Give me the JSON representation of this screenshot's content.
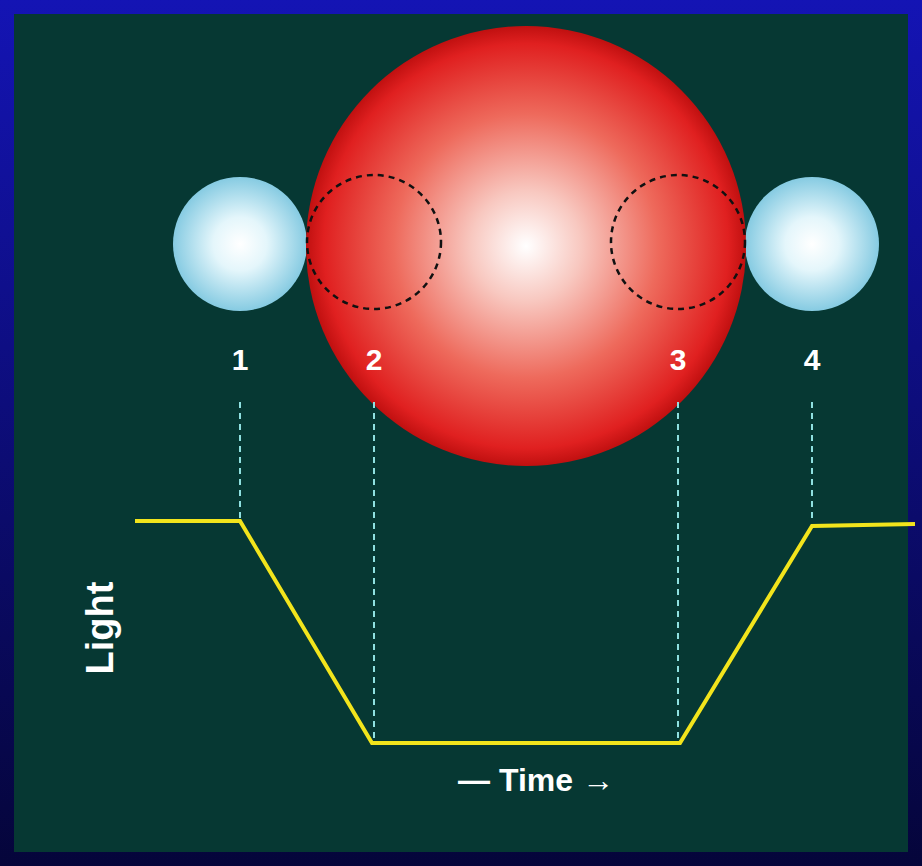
{
  "diagram": {
    "labels": [
      "1",
      "2",
      "3",
      "4",
      "Light",
      "— Time →"
    ]
  }
}
